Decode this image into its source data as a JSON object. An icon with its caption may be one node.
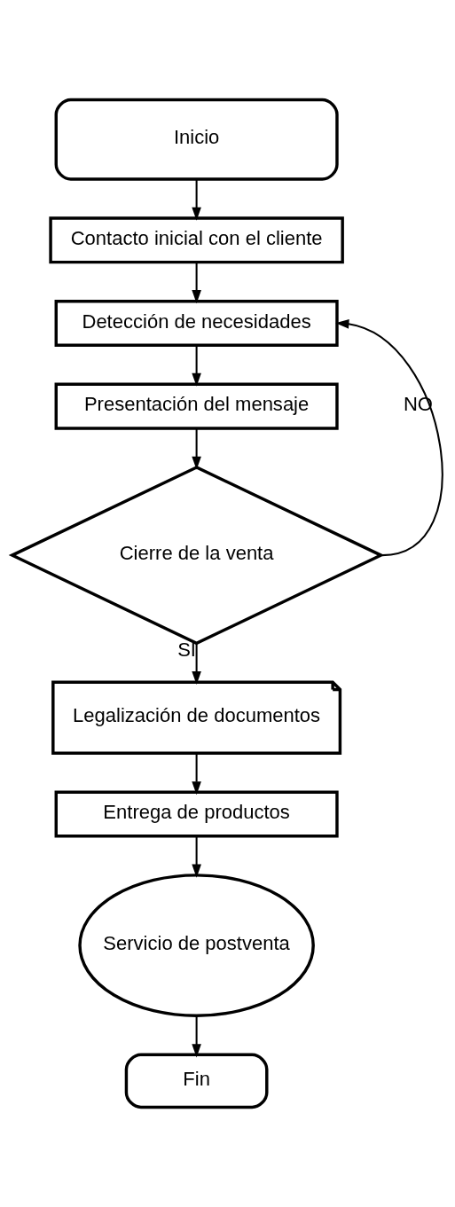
{
  "diagram": {
    "nodes": [
      {
        "text": [
          "Inicio"
        ]
      },
      {
        "text": [
          "Contacto inicial con el cliente"
        ]
      },
      {
        "text": [
          "Detección de necesidades"
        ]
      },
      {
        "text": [
          "Presentación del mensaje"
        ]
      },
      {
        "text": [
          "Cierre de la venta"
        ]
      },
      {
        "text": [
          "Legalización de documentos"
        ]
      },
      {
        "text": [
          "Entrega de productos"
        ]
      },
      {
        "text": [
          "Servicio de postventa"
        ]
      },
      {
        "text": [
          "Fin"
        ]
      }
    ],
    "edges": [
      {
        "from": 0,
        "to": 1,
        "arrow": "to"
      },
      {
        "from": 1,
        "to": 2,
        "arrow": "to"
      },
      {
        "from": 2,
        "to": 3,
        "arrow": "to"
      },
      {
        "from": 3,
        "to": 4,
        "arrow": "to"
      },
      {
        "from": 4,
        "to": 5,
        "arrow": "to",
        "label": "SI"
      },
      {
        "from": 5,
        "to": 6,
        "arrow": "to"
      },
      {
        "from": 6,
        "to": 7,
        "arrow": "to"
      },
      {
        "from": 7,
        "to": 8,
        "arrow": "to"
      },
      {
        "from": 4,
        "to": 2,
        "arrow": "to",
        "label": "NO"
      }
    ]
  }
}
